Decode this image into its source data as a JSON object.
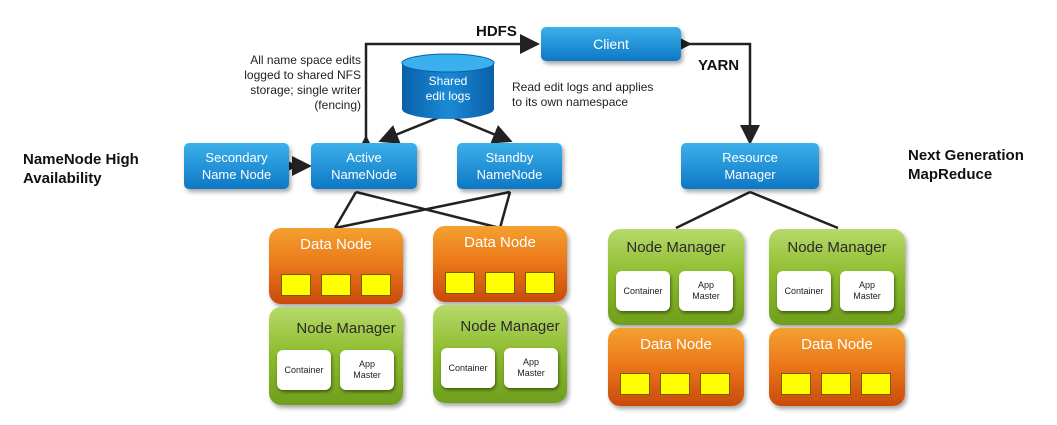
{
  "labels": {
    "hdfs": "HDFS",
    "yarn": "YARN",
    "left_caption": "NameNode High\nAvailability",
    "right_caption": "Next Generation\nMapReduce",
    "edits_note": "All name space edits\nlogged to shared NFS\nstorage; single writer\n(fencing)",
    "read_note": "Read edit logs and applies\nto its own namespace"
  },
  "nodes": {
    "client": "Client",
    "shared_logs": "Shared\nedit logs",
    "secondary": "Secondary\nName Node",
    "active": "Active\nNameNode",
    "standby": "Standby\nNameNode",
    "resource_manager": "Resource\nManager"
  },
  "boxes": {
    "data_node": "Data Node",
    "node_manager": "Node Manager",
    "container": "Container",
    "app_master": "App\nMaster"
  },
  "colors": {
    "blue": "#1a8ad6",
    "data_node_orange": "#ec7a1b",
    "node_manager_green": "#8bbb2c",
    "block_yellow": "#ffff00"
  }
}
